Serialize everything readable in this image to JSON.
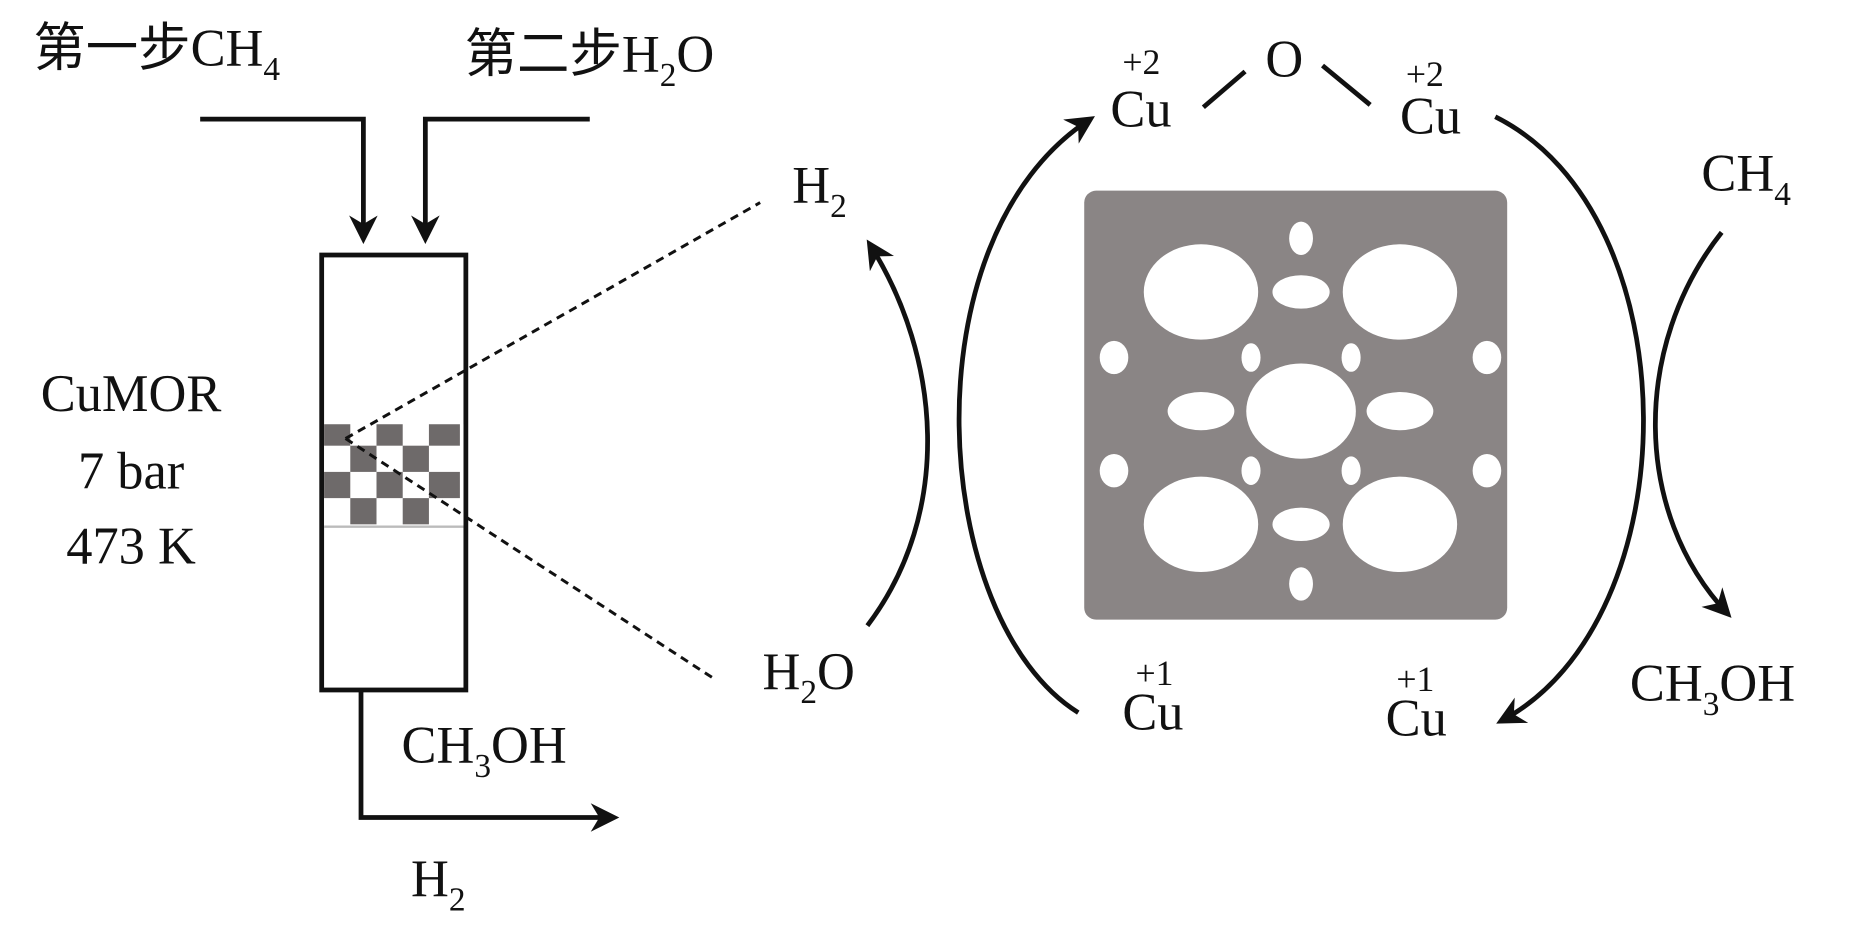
{
  "reactor": {
    "step1_prefix": "第一步",
    "step1_species": "CH",
    "step1_sub": "4",
    "step2_prefix": "第二步",
    "step2_h": "H",
    "step2_sub": "2",
    "step2_o": "O",
    "catalyst": "CuMOR",
    "pressure": "7 bar",
    "temperature": "473 K",
    "outlet_methanol_a": "CH",
    "outlet_methanol_sub": "3",
    "outlet_methanol_b": "OH",
    "outlet_h2": "H",
    "outlet_h2_sub": "2"
  },
  "cycle": {
    "top_oxygen": "O",
    "cu_top_left": {
      "element": "Cu",
      "charge": "+2"
    },
    "cu_top_right": {
      "element": "Cu",
      "charge": "+2"
    },
    "cu_bottom_left": {
      "element": "Cu",
      "charge": "+1"
    },
    "cu_bottom_right": {
      "element": "Cu",
      "charge": "+1"
    },
    "h2_out": {
      "a": "H",
      "sub": "2"
    },
    "h2o_in": {
      "a": "H",
      "sub": "2",
      "b": "O"
    },
    "ch4_in": {
      "a": "CH",
      "sub": "4"
    },
    "ch3oh_out": {
      "a": "CH",
      "sub": "3",
      "b": "OH"
    }
  },
  "colors": {
    "framework": "#8a8585",
    "line": "#111111"
  }
}
